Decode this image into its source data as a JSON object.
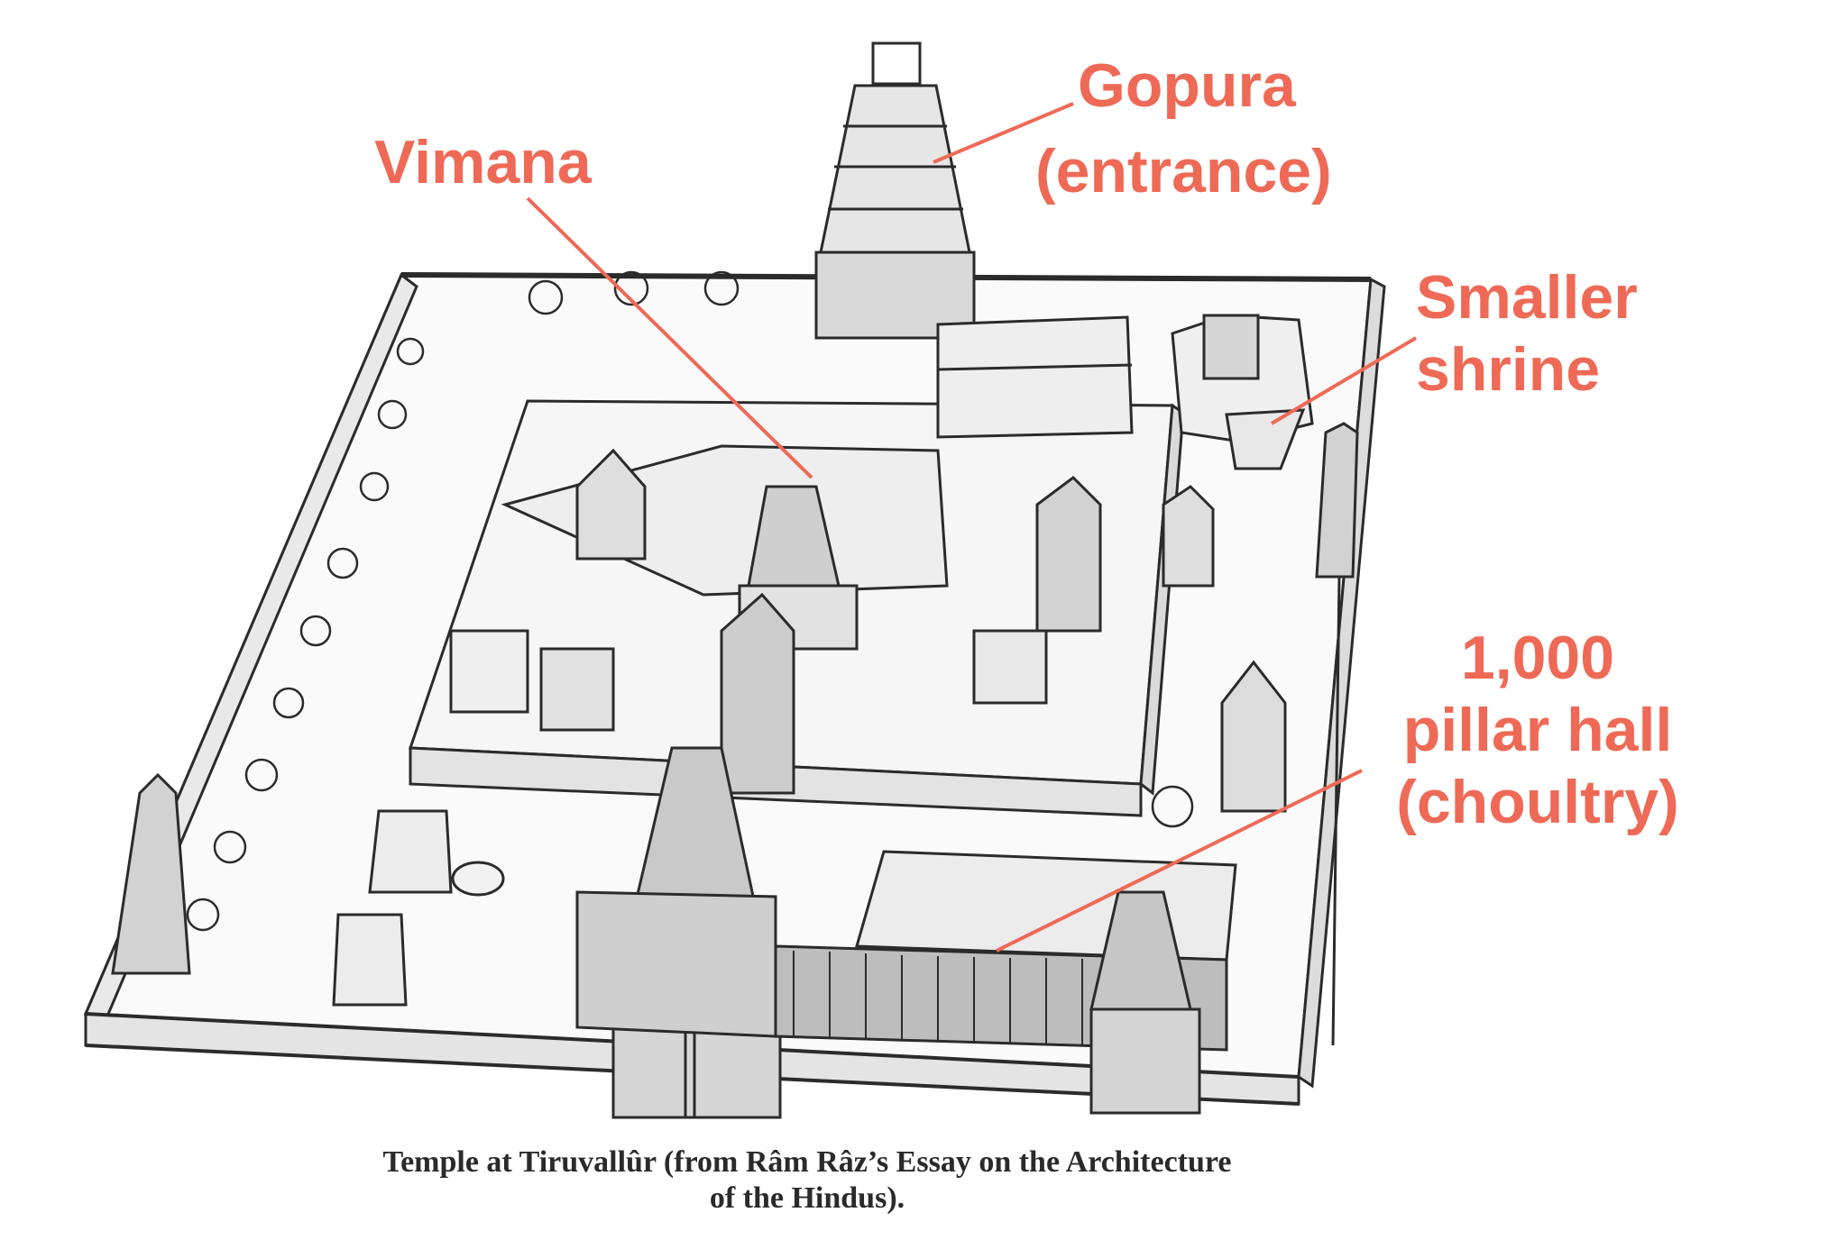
{
  "annotations": {
    "gopura": [
      "Gopura",
      "(entrance)"
    ],
    "vimana": [
      "Vimana"
    ],
    "smaller_shrine": [
      "Smaller",
      "shrine"
    ],
    "pillar_hall": [
      "1,000",
      "pillar hall",
      "(choultry)"
    ]
  },
  "caption": {
    "line1": "Temple at Tiruvallûr (from Râm Râz’s Essay on the Architecture",
    "line2": "of the Hindus)."
  },
  "colors": {
    "annotation": "#ee6a56",
    "ink": "#2a2a2a",
    "paper": "#ffffff"
  }
}
